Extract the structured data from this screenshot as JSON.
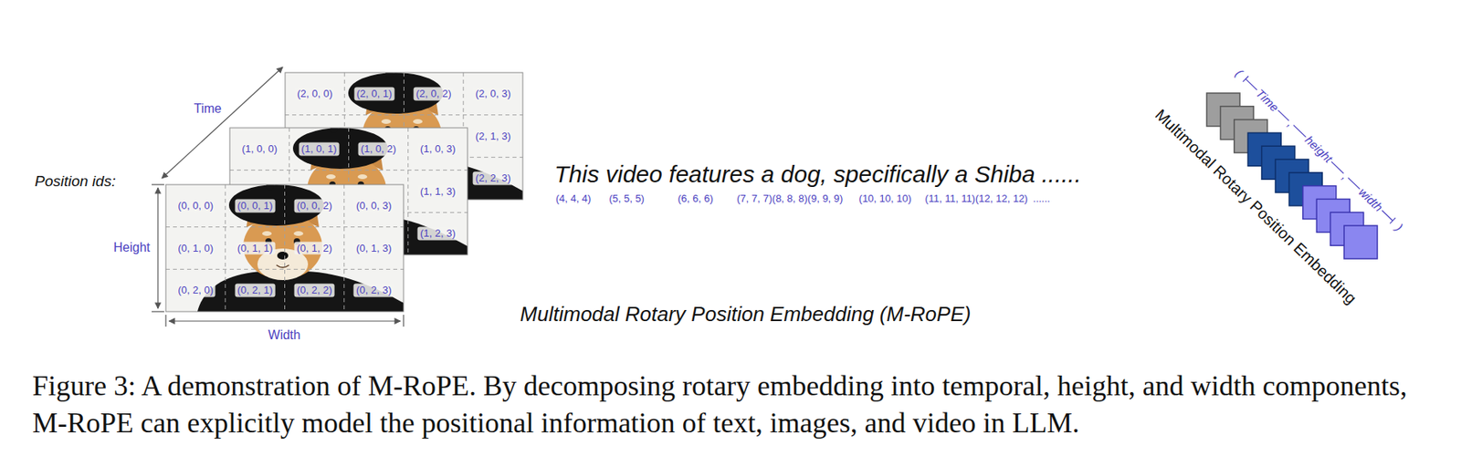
{
  "diagram": {
    "caption": "Figure 3: A demonstration of M-RoPE. By decomposing rotary embedding into temporal, height, and width components, M-RoPE can explicitly model the positional information of text, images, and video in LLM.",
    "nodes": [
      {
        "text": [
          "(0, 0, 0)",
          "(0, 0, 1)",
          "(0, 0, 2)",
          "(0, 0, 3)",
          "(0, 1, 0)",
          "(0, 1, 1)",
          "(0, 1, 2)",
          "(0, 1, 3)",
          "(0, 2, 0)",
          "(0, 2, 1)",
          "(0, 2, 2)",
          "(0, 2, 3)"
        ]
      },
      {
        "text": [
          "(1, 0, 0)",
          "(1, 0, 1)",
          "(1, 0, 2)",
          "(1, 0, 3)",
          "(1, 1, 3)",
          "(1, 2, 3)"
        ]
      },
      {
        "text": [
          "(2, 0, 0)",
          "(2, 0, 1)",
          "(2, 0, 2)",
          "(2, 0, 3)",
          "(2, 1, 3)",
          "(2, 2, 3)"
        ]
      }
    ],
    "labels": [
      "Position ids:",
      "Time",
      "Height",
      "Width",
      "This video features a dog, specifically a Shiba ......",
      "(4, 4, 4)",
      "(5, 5, 5)",
      "(6, 6, 6)",
      "(7, 7, 7)",
      "(8, 8, 8)",
      "(9, 9, 9)",
      "(10, 10, 10)",
      "(11, 11, 11)",
      "(12, 12, 12)",
      "......",
      "Multimodal Rotary Position Embedding (M-RoPE)",
      "Multimodal Rotary Position Embedding",
      "(",
      "Time",
      ",",
      "height",
      ",",
      "width",
      ")"
    ]
  }
}
